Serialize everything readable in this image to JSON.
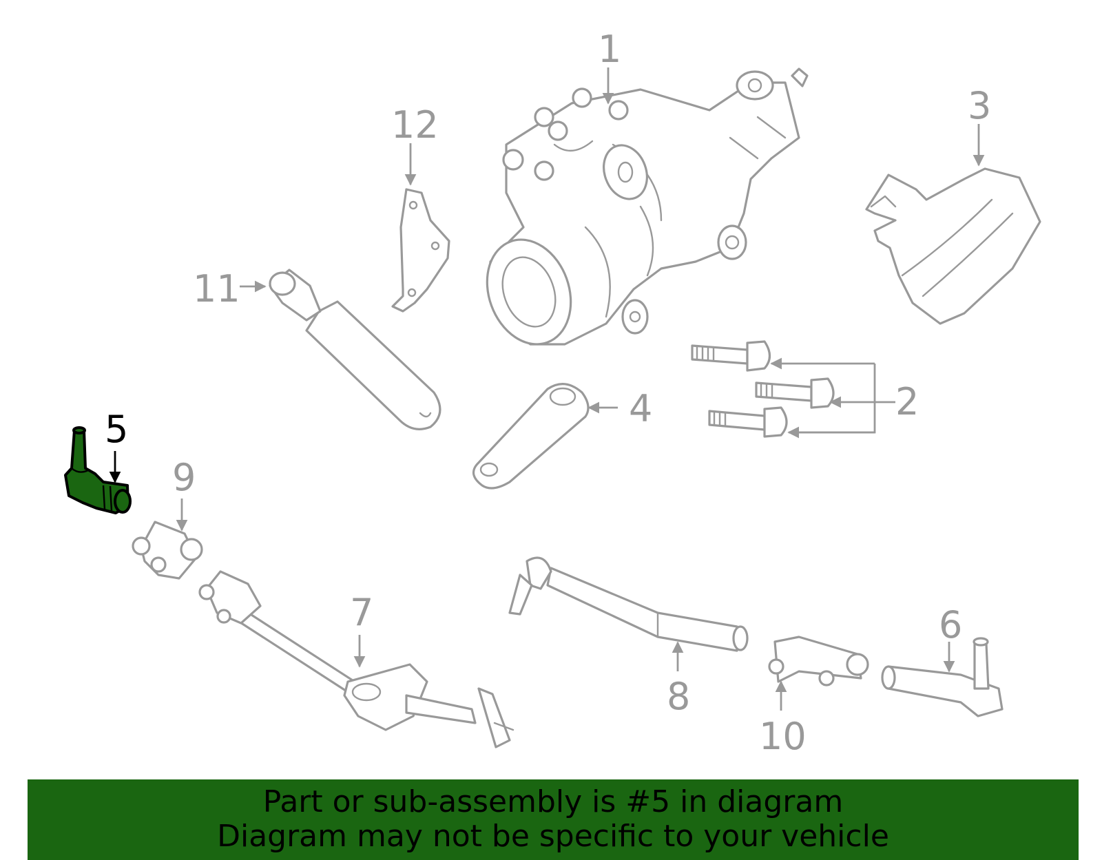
{
  "callouts": {
    "c1": "1",
    "c2": "2",
    "c3": "3",
    "c4": "4",
    "c5": "5",
    "c6": "6",
    "c7": "7",
    "c8": "8",
    "c9": "9",
    "c10": "10",
    "c11": "11",
    "c12": "12"
  },
  "highlighted_part": "5",
  "colors": {
    "highlight": "#1a6611",
    "outline": "#999999",
    "banner": "#1a6611"
  },
  "banner": {
    "line1": "Part or sub-assembly is #5 in diagram",
    "line2": "Diagram may not be specific to your vehicle"
  }
}
